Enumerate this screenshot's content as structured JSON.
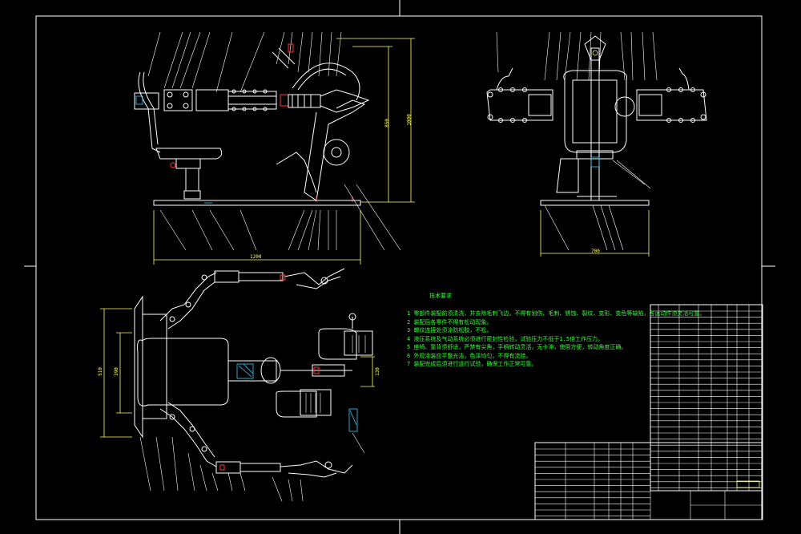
{
  "drawing": {
    "notes_title": "技术要求",
    "notes": [
      "1 零部件装配前须清洗，并去除毛刺飞边，不得有划伤、毛刺、锈蚀、裂纹、变形、变色等缺陷，各运动件须灵活可靠。",
      "2 装配后各零件不得有松动现象。",
      "3 螺纹连接处须涂防松胶，不松。",
      "4 液压系统及气动系统必须进行密封性检验，试验压力不低于1.5倍工作压力。",
      "5 座椅、靠背须舒适，严禁有尖角，手柄转动灵活，无卡滞，使用方便，转动角度正确。",
      "6 外观涂装应平整光洁，色泽均匀，不得有流挂。",
      "7 装配完成后须进行运行试验，确保工作正常可靠。"
    ],
    "dimensions": {
      "front_width": "1200",
      "front_height_1": "850",
      "front_height_2": "1000",
      "side_width": "700",
      "plan_height_1": "510",
      "plan_height_2": "390",
      "plan_offset": "130"
    }
  }
}
